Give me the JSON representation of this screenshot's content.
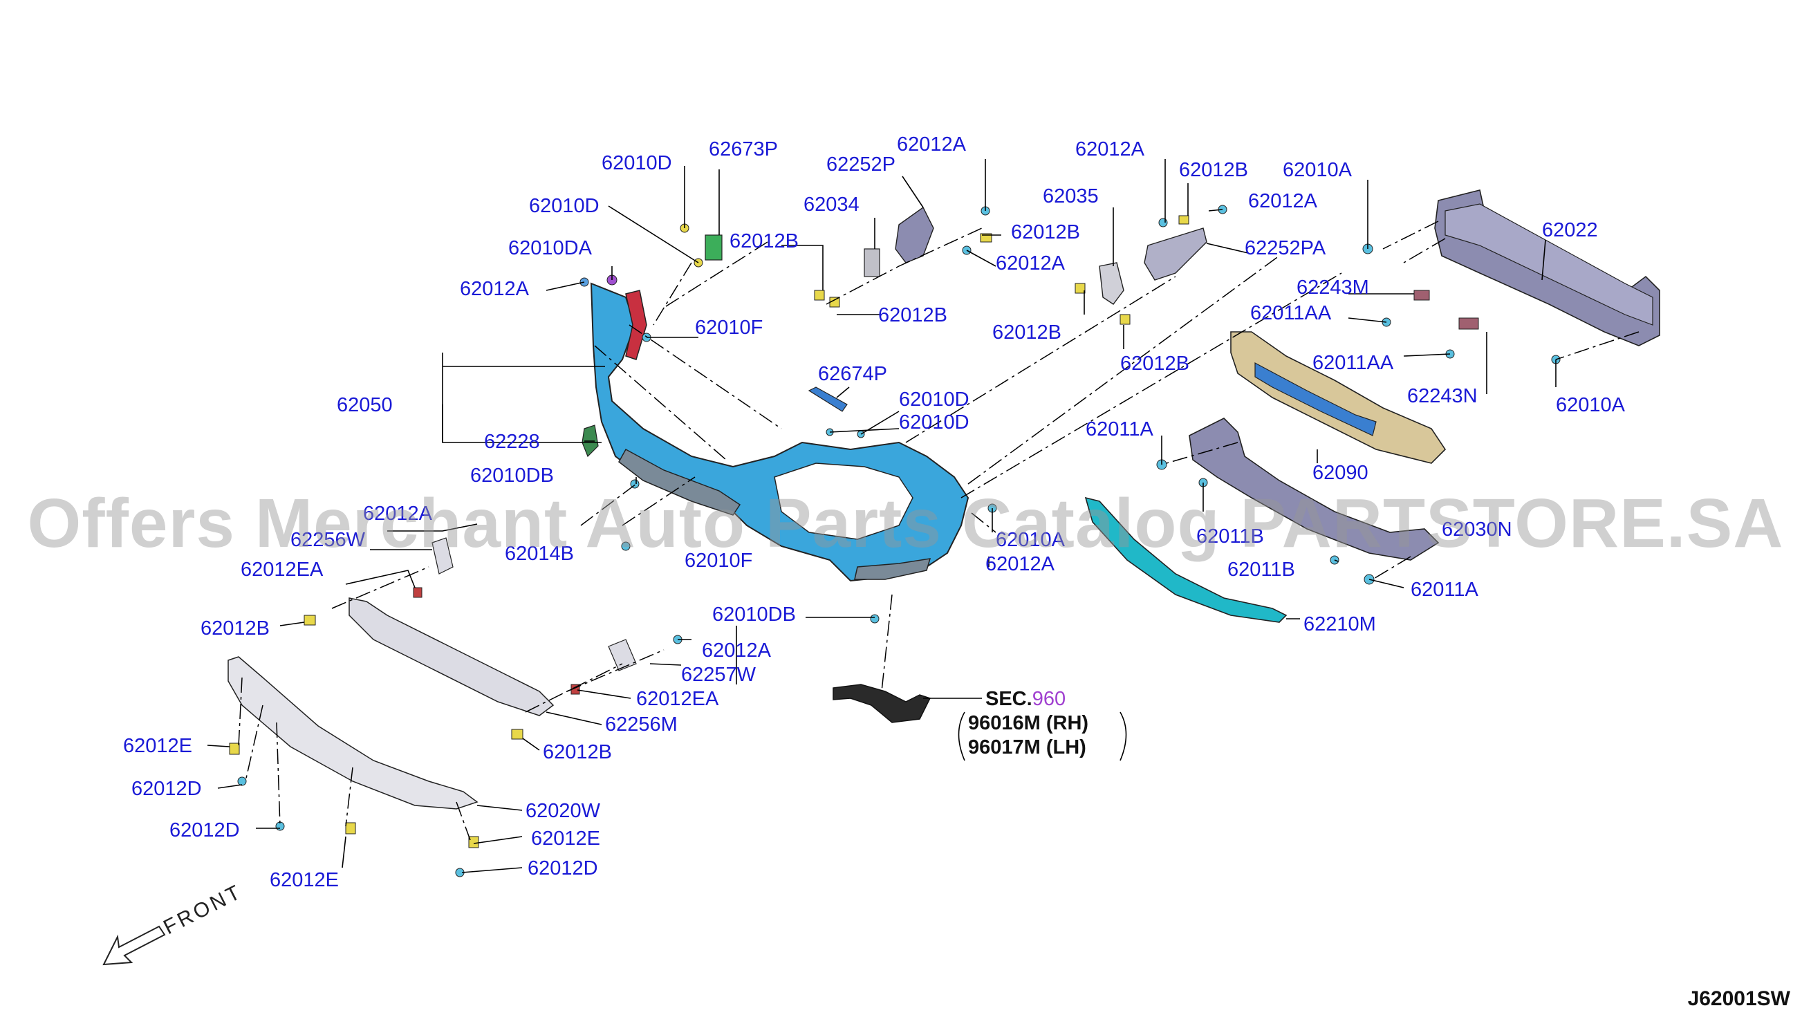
{
  "colors": {
    "label": "#1a1ad6",
    "bumper": "#3aa6dc",
    "grille": "#20b8c8",
    "bracket": "#8c8cb0",
    "absorber": "#d8c79a",
    "clip": "#e8d84a"
  },
  "section_ref": {
    "prefix": "SEC.",
    "number": "960"
  },
  "section_parts": [
    "96016M (RH)",
    "96017M (LH)"
  ],
  "front_label": "FRONT",
  "diagram_code": "J62001SW",
  "watermark": "Offers Merchant Auto Parts Catalog PARTSTORE.SA",
  "labels": [
    "62010D",
    "62673P",
    "62010D",
    "62010DA",
    "62012A",
    "62012B",
    "62010F",
    "62050",
    "62228",
    "62010DB",
    "62252P",
    "62034",
    "62012A",
    "62012B",
    "62012A",
    "62012B",
    "62674P",
    "62010D",
    "62010D",
    "62012A",
    "62035",
    "62012B",
    "62012A",
    "62252PA",
    "62012B",
    "62012B",
    "62010A",
    "62022",
    "62243M",
    "62011AA",
    "62011AA",
    "62243N",
    "62010A",
    "62011A",
    "62090",
    "62011B",
    "62030N",
    "62011B",
    "62011A",
    "62210M",
    "62012A",
    "62256W",
    "62012EA",
    "62014B",
    "62010F",
    "62010A",
    "62012A",
    "62012B",
    "62010DB",
    "62012A",
    "62257W",
    "62012EA",
    "62256M",
    "62012B",
    "62012E",
    "62012D",
    "62012D",
    "62012E",
    "62020W",
    "62012E",
    "62012D"
  ]
}
